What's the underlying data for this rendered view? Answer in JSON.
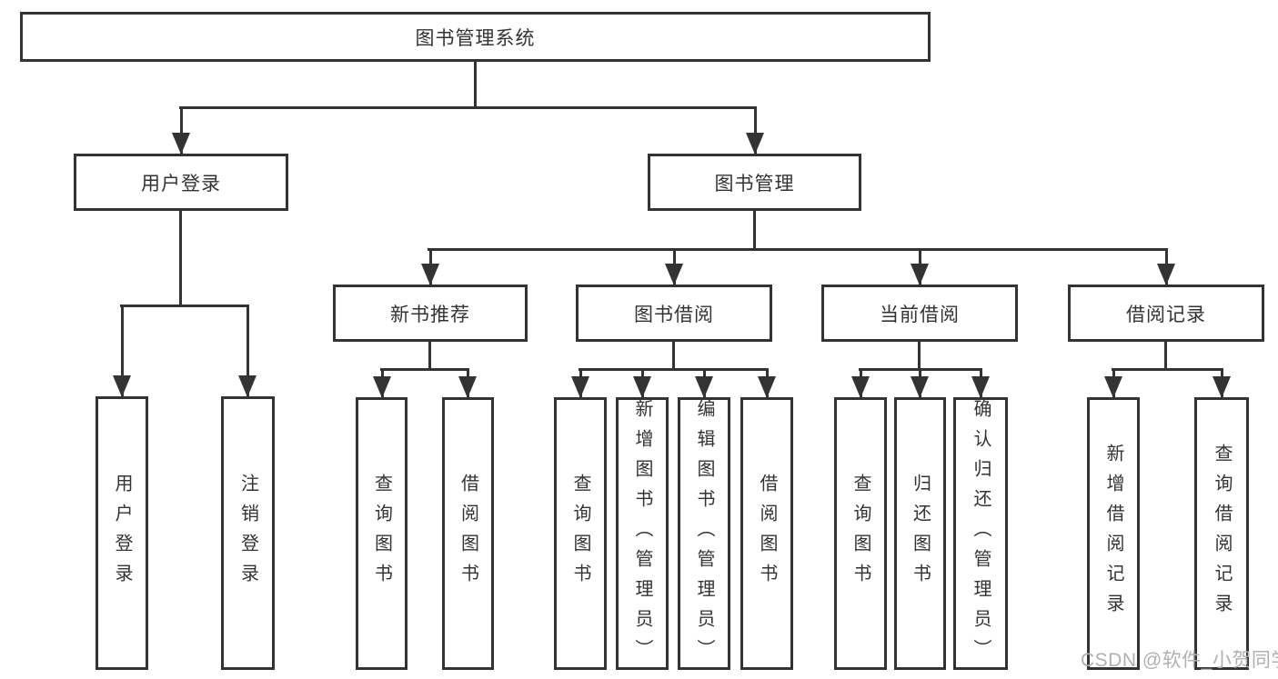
{
  "diagram_title": "图书管理系统",
  "nodes": {
    "root": {
      "label": "图书管理系统"
    },
    "user_login": {
      "label": "用户登录"
    },
    "book_mgmt": {
      "label": "图书管理"
    },
    "new_book_rec": {
      "label": "新书推荐"
    },
    "book_borrow": {
      "label": "图书借阅"
    },
    "current_borrow": {
      "label": "当前借阅"
    },
    "borrow_records": {
      "label": "借阅记录"
    },
    "leaf_user_login": {
      "label": "用户登录"
    },
    "leaf_logout": {
      "label": "注销登录"
    },
    "leaf_query_book_1": {
      "label": "查询图书"
    },
    "leaf_borrow_book_1": {
      "label": "借阅图书"
    },
    "leaf_query_book_2": {
      "label": "查询图书"
    },
    "leaf_add_book": {
      "label": "新增图书（管理员）"
    },
    "leaf_edit_book": {
      "label": "编辑图书（管理员）"
    },
    "leaf_borrow_book_2": {
      "label": "借阅图书"
    },
    "leaf_query_book_3": {
      "label": "查询图书"
    },
    "leaf_return_book": {
      "label": "归还图书"
    },
    "leaf_confirm_return": {
      "label": "确认归还（管理员）"
    },
    "leaf_add_borrow_record": {
      "label": "新增借阅记录"
    },
    "leaf_query_borrow_record": {
      "label": "查询借阅记录"
    }
  },
  "structure": {
    "图书管理系统": {
      "用户登录": [
        "用户登录",
        "注销登录"
      ],
      "图书管理": {
        "新书推荐": [
          "查询图书",
          "借阅图书"
        ],
        "图书借阅": [
          "查询图书",
          "新增图书（管理员）",
          "编辑图书（管理员）",
          "借阅图书"
        ],
        "当前借阅": [
          "查询图书",
          "归还图书",
          "确认归还（管理员）"
        ],
        "借阅记录": [
          "新增借阅记录",
          "查询借阅记录"
        ]
      }
    }
  },
  "watermark": {
    "text": "CSDN @软件_小贺同学"
  },
  "colors": {
    "line": "#333333",
    "text": "#333333",
    "watermark": "#b0b0b0",
    "background": "#ffffff"
  }
}
